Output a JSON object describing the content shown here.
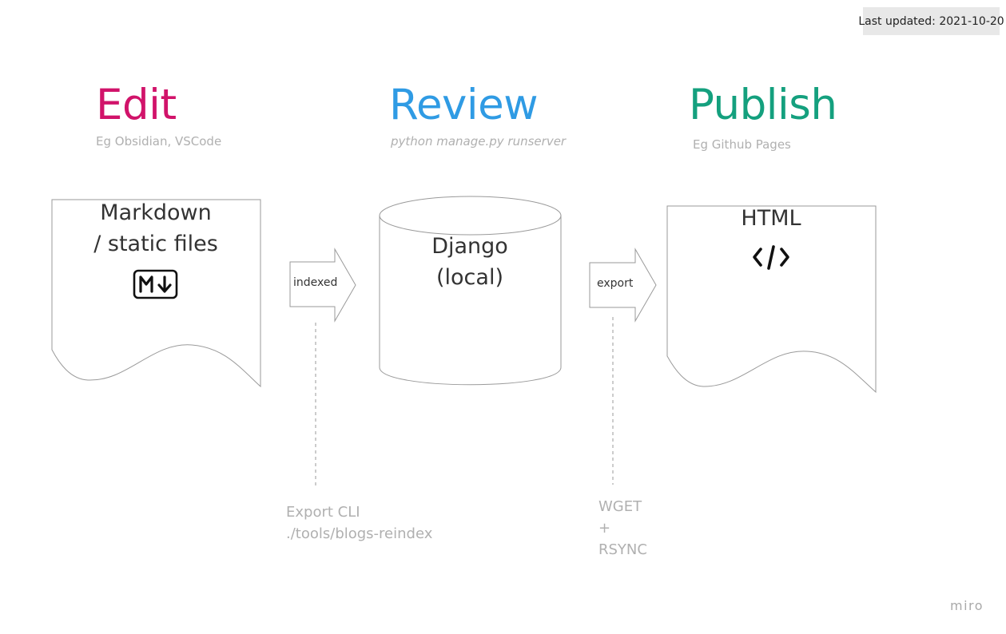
{
  "badge": {
    "last_updated": "Last updated: 2021-10-20"
  },
  "stages": {
    "edit": {
      "title": "Edit",
      "subtitle": "Eg Obsidian, VSCode",
      "color": "#d1136a"
    },
    "review": {
      "title": "Review",
      "subtitle": "python manage.py runserver",
      "color": "#2f9be4"
    },
    "publish": {
      "title": "Publish",
      "subtitle": "Eg Github Pages",
      "color": "#14a07e"
    }
  },
  "nodes": {
    "markdown": {
      "line1": "Markdown",
      "line2": "/ static files",
      "icon": "markdown-icon"
    },
    "django": {
      "line1": "Django",
      "line2": "(local)"
    },
    "html": {
      "line1": "HTML",
      "icon": "code-icon"
    }
  },
  "arrows": {
    "indexed": {
      "label": "indexed"
    },
    "export": {
      "label": "export"
    }
  },
  "notes": {
    "export_cli": {
      "line1": "Export CLI",
      "line2": "./tools/blogs-reindex"
    },
    "wget_rsync": {
      "line1": "WGET",
      "line2": "+",
      "line3": "RSYNC"
    }
  },
  "watermark": "miro"
}
